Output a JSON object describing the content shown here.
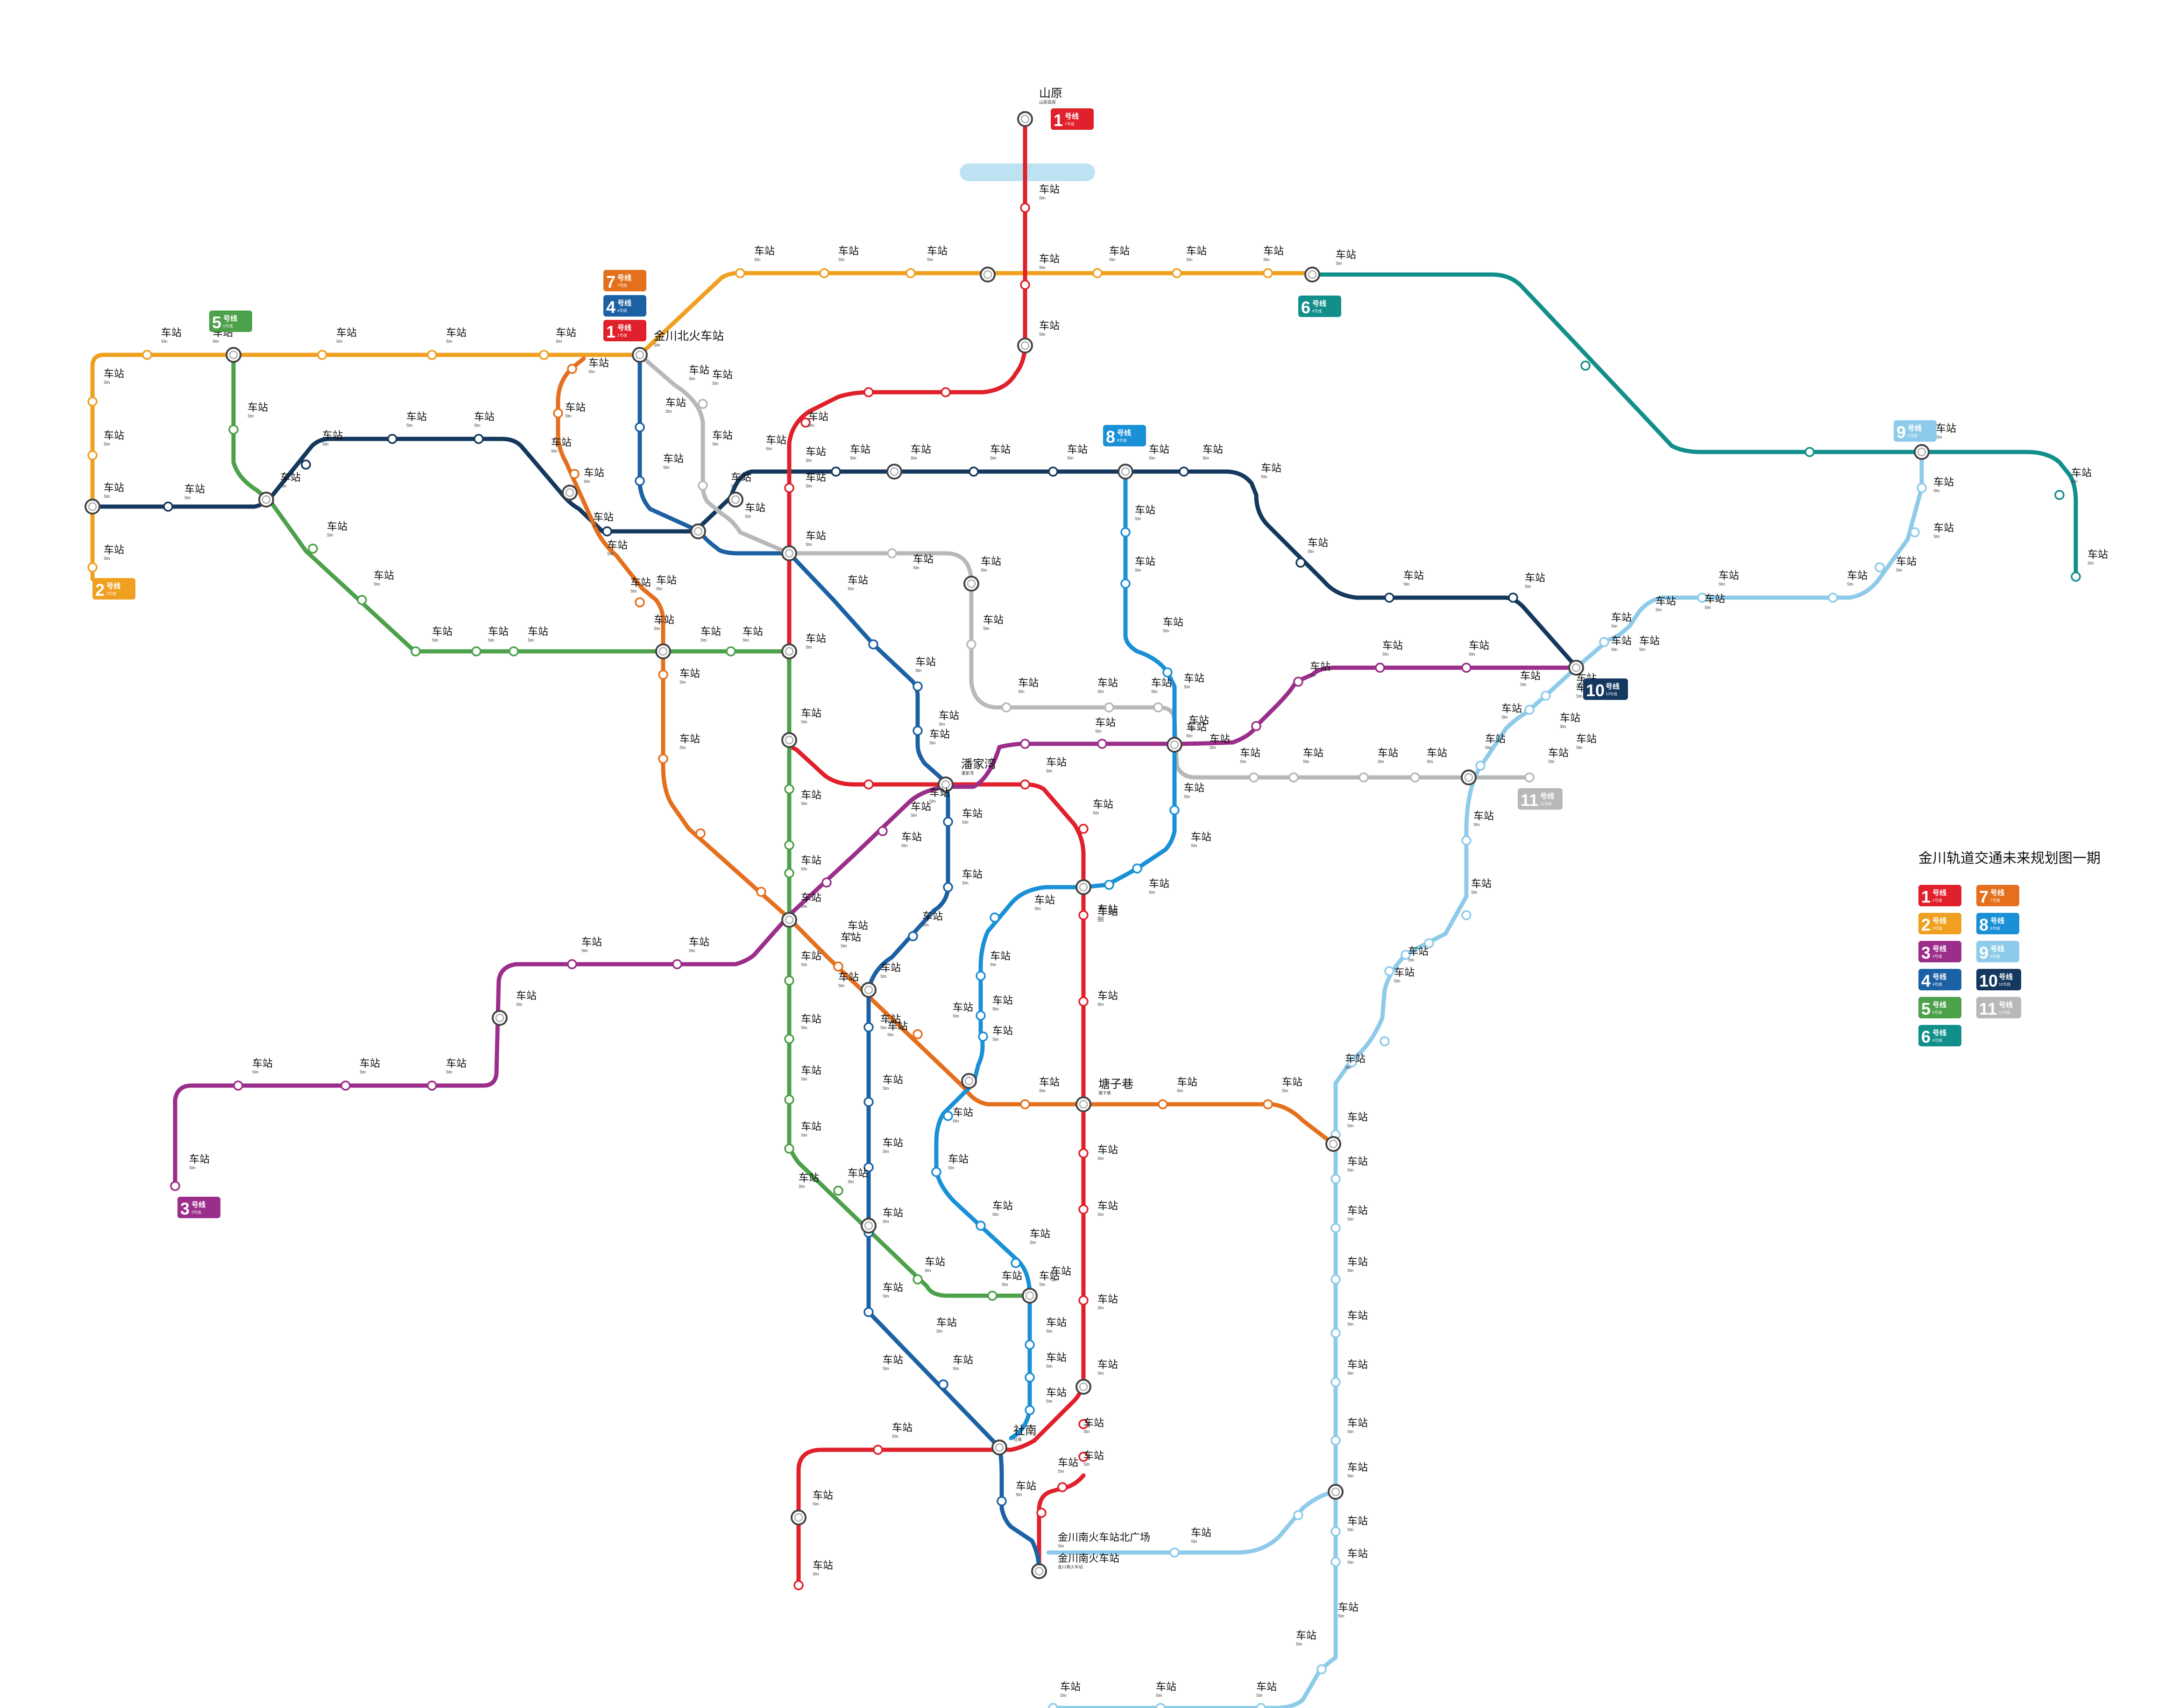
{
  "title": "金川轨道交通未来规划图一期",
  "generic_label": {
    "name": "车站",
    "sub": "Stn"
  },
  "lines": [
    {
      "id": "1",
      "color": "#e0202a",
      "name": "1",
      "suffix": "号线",
      "sub": "1号线"
    },
    {
      "id": "2",
      "color": "#f0a020",
      "name": "2",
      "suffix": "号线",
      "sub": "2号线"
    },
    {
      "id": "3",
      "color": "#9b2e8a",
      "name": "3",
      "suffix": "号线",
      "sub": "3号线"
    },
    {
      "id": "4",
      "color": "#1c61a3",
      "name": "4",
      "suffix": "号线",
      "sub": "4号线"
    },
    {
      "id": "5",
      "color": "#4ca14a",
      "name": "5",
      "suffix": "号线",
      "sub": "5号线"
    },
    {
      "id": "6",
      "color": "#128f8b",
      "name": "6",
      "suffix": "号线",
      "sub": "6号线"
    },
    {
      "id": "7",
      "color": "#e4701e",
      "name": "7",
      "suffix": "号线",
      "sub": "7号线"
    },
    {
      "id": "8",
      "color": "#1a90d6",
      "name": "8",
      "suffix": "号线",
      "sub": "8号线"
    },
    {
      "id": "9",
      "color": "#8ecbea",
      "name": "9",
      "suffix": "号线",
      "sub": "9号线"
    },
    {
      "id": "10",
      "color": "#14385e",
      "name": "10",
      "suffix": "号线",
      "sub": "10号线"
    },
    {
      "id": "11",
      "color": "#b8b8b8",
      "name": "11",
      "suffix": "号线",
      "sub": "11号线"
    }
  ],
  "colors": {
    "line1": "#e0202a",
    "line2": "#f0a020",
    "line3": "#9b2e8a",
    "line4": "#1c61a3",
    "line5": "#4ca14a",
    "line6": "#128f8b",
    "line7": "#e4701e",
    "line8": "#1a90d6",
    "line9": "#8ecbea",
    "line10": "#14385e",
    "line11": "#b8b8b8",
    "river": "#bde3f3"
  },
  "named_stations": {
    "shanyuan": {
      "name": "山原",
      "sub": "山原高原"
    },
    "jinchuan_north": {
      "name": "金川北火车站",
      "sub": "Stn"
    },
    "panjiawan": {
      "name": "潘家湾",
      "sub": "潘家湾"
    },
    "tangzixiang": {
      "name": "塘子巷",
      "sub": "塘子巷"
    },
    "dunan": {
      "name": "社南",
      "sub": "社南"
    },
    "jinchuan_south_plaza": {
      "name": "金川南火车站北广场",
      "sub": "Stn"
    },
    "jinchuan_south": {
      "name": "金川南火车站",
      "sub": "金川南火车站"
    }
  }
}
